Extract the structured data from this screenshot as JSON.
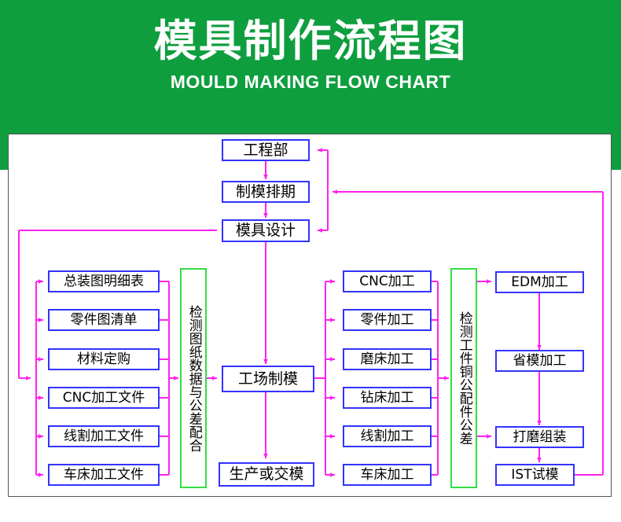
{
  "header": {
    "title_cn": "模具制作流程图",
    "title_en": "MOULD MAKING FLOW CHART",
    "background_color": "#0e9e3e",
    "text_color": "#ffffff"
  },
  "colors": {
    "box_border": "#3333ff",
    "inspection_border": "#33dd44",
    "connector": "#ff22ee",
    "frame_border": "#555555",
    "background": "#ffffff",
    "text": "#000000"
  },
  "flow": {
    "top_chain": [
      {
        "id": "engineering",
        "label": "工程部"
      },
      {
        "id": "mould-schedule",
        "label": "制模排期"
      },
      {
        "id": "mould-design",
        "label": "模具设计"
      }
    ],
    "left_column": [
      {
        "id": "assembly-list",
        "label": "总装图明细表"
      },
      {
        "id": "part-drawing",
        "label": "零件图清单"
      },
      {
        "id": "material-order",
        "label": "材料定购"
      },
      {
        "id": "cnc-file",
        "label": "CNC加工文件"
      },
      {
        "id": "wirecut-file",
        "label": "线割加工文件"
      },
      {
        "id": "lathe-file",
        "label": "车床加工文件"
      }
    ],
    "inspection_left": {
      "id": "inspect-drawing",
      "label": "检测图纸数据与公差配合"
    },
    "center_column": [
      {
        "id": "workshop-mould",
        "label": "工场制模"
      },
      {
        "id": "produce-deliver",
        "label": "生产或交模"
      }
    ],
    "mid_right_column": [
      {
        "id": "cnc-machining",
        "label": "CNC加工"
      },
      {
        "id": "part-machining",
        "label": "零件加工"
      },
      {
        "id": "grinder",
        "label": "磨床加工"
      },
      {
        "id": "drilling",
        "label": "钻床加工"
      },
      {
        "id": "wirecut",
        "label": "线割加工"
      },
      {
        "id": "lathe",
        "label": "车床加工"
      }
    ],
    "inspection_right": {
      "id": "inspect-workpiece",
      "label": "检测工件铜公配件公差"
    },
    "right_column": [
      {
        "id": "edm",
        "label": "EDM加工"
      },
      {
        "id": "polish-mould",
        "label": "省模加工"
      },
      {
        "id": "grind-assy",
        "label": "打磨组装"
      },
      {
        "id": "ist-trial",
        "label": "IST试模"
      }
    ]
  }
}
